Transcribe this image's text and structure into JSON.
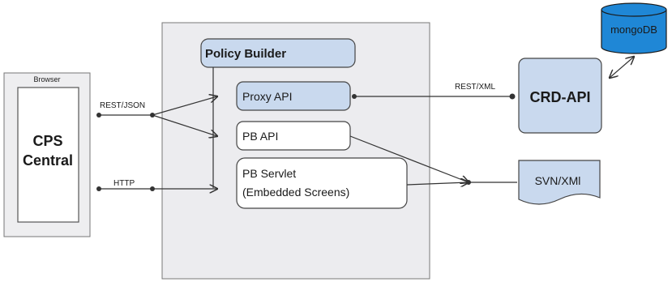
{
  "browser": {
    "title": "Browser",
    "app_line1": "CPS",
    "app_line2": "Central"
  },
  "connections": {
    "rest_json": "REST/JSON",
    "http": "HTTP",
    "rest_xml": "REST/XML"
  },
  "server": {
    "policy_builder": "Policy Builder",
    "proxy_api": "Proxy API",
    "pb_api": "PB API",
    "pb_servlet_line1": "PB Servlet",
    "pb_servlet_line2": "(Embedded Screens)"
  },
  "crd_api": "CRD-API",
  "mongodb": "mongoDB",
  "svn_xml": "SVN/XMl",
  "colors": {
    "light_blue": "#c9d9ee",
    "gray_panel": "#eeeef0",
    "border": "#555555",
    "line": "#333333"
  }
}
